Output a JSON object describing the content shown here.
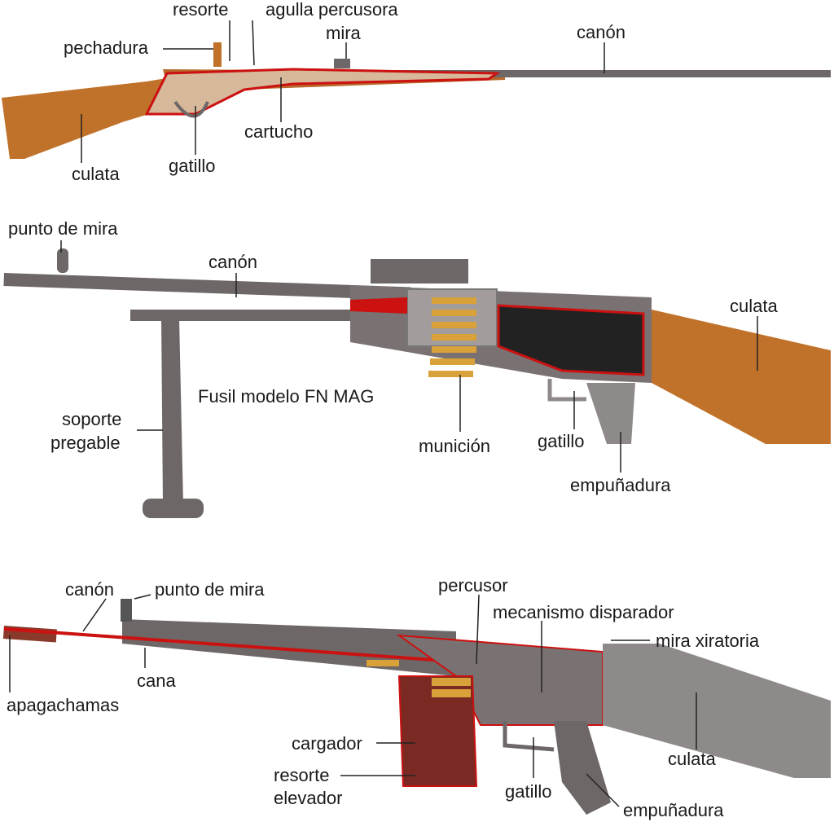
{
  "rifle1": {
    "labels": {
      "resorte": "resorte",
      "agulla": "agulla percusora",
      "mira": "mira",
      "pechadura": "pechadura",
      "canon": "canón",
      "cartucho": "cartucho",
      "gatillo": "gatillo",
      "culata": "culata"
    }
  },
  "rifle2": {
    "title": "Fusil modelo FN MAG",
    "labels": {
      "punto_de_mira": "punto de mira",
      "canon": "canón",
      "culata": "culata",
      "soporte1": "soporte",
      "soporte2": "pregable",
      "municion": "munición",
      "gatillo": "gatillo",
      "empunadura": "empuñadura"
    }
  },
  "rifle3": {
    "labels": {
      "canon": "canón",
      "punto_de_mira": "punto de mira",
      "percusor": "percusor",
      "mecanismo": "mecanismo disparador",
      "mira_xiratoria": "mira xiratoria",
      "cana": "cana",
      "apagachamas": "apagachamas",
      "cargador": "cargador",
      "resorte1": "resorte",
      "resorte2": "elevador",
      "gatillo": "gatillo",
      "culata": "culata",
      "empunadura": "empuñadura"
    }
  },
  "colors": {
    "wood": "#c0722a",
    "metal": "#6e6767",
    "cutaway": "#cc1111",
    "light_metal": "#8f8a8a"
  }
}
